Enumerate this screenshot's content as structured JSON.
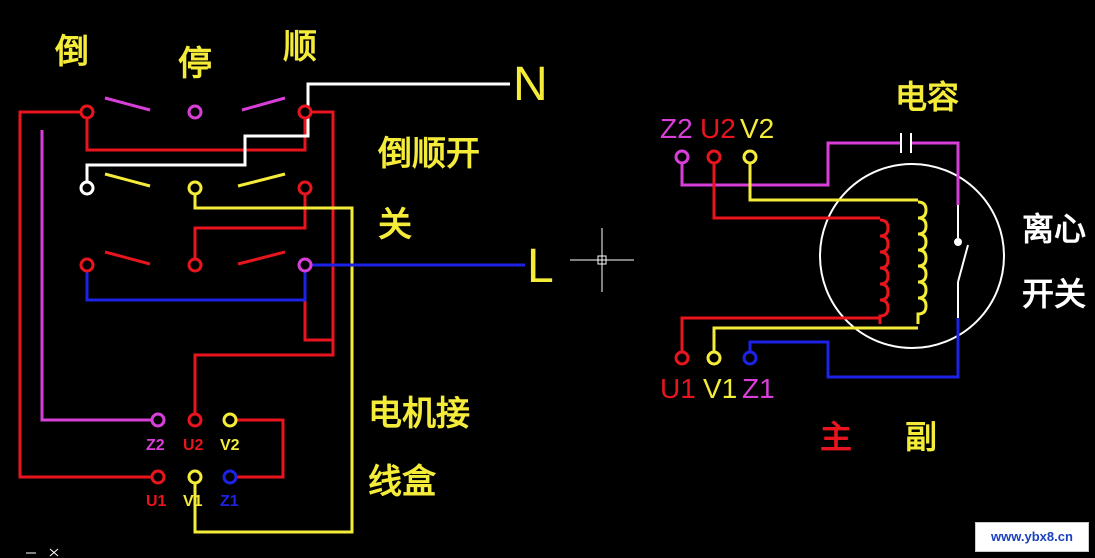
{
  "colors": {
    "background": "#000000",
    "red": "#e8141e",
    "yellow": "#f5ec3a",
    "white": "#ffffff",
    "blue": "#1c22e6",
    "magenta": "#d83fd8"
  },
  "switch": {
    "label_reverse": "倒",
    "label_stop": "停",
    "label_forward": "顺",
    "title_line1": "倒顺开",
    "title_line2": "关"
  },
  "supply": {
    "n_label": "N",
    "l_label": "L"
  },
  "junction_box": {
    "title_line1": "电机接",
    "title_line2": "线盒",
    "top_row": [
      "Z2",
      "U2",
      "V2"
    ],
    "bottom_row": [
      "U1",
      "V1",
      "Z1"
    ]
  },
  "motor": {
    "capacitor_label": "电容",
    "top_terminals": [
      "Z2",
      "U2",
      "V2"
    ],
    "bottom_terminals": [
      "U1",
      "V1",
      "Z1"
    ],
    "centrifugal_switch_line1": "离心",
    "centrifugal_switch_line2": "开关",
    "main_winding_label": "主",
    "aux_winding_label": "副"
  },
  "watermark": "www.ybx8.cn"
}
